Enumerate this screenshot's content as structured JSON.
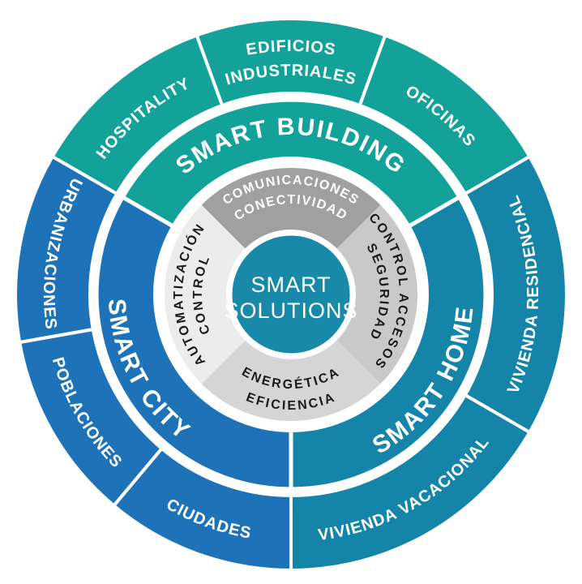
{
  "diagram": {
    "center": {
      "line1": "SMART",
      "line2": "SOLUTIONS"
    },
    "inner_ring": {
      "top": {
        "line1": "COMUNICACIONES",
        "line2": "CONECTIVIDAD"
      },
      "right": {
        "line1": "CONTROL ACCESOS",
        "line2": "SEGURIDAD"
      },
      "bottom": {
        "line1": "EFICIENCIA",
        "line2": "ENERGÉTICA"
      },
      "left": {
        "line1": "AUTOMATIZACIÓN",
        "line2": "CONTROL"
      }
    },
    "middle_ring": {
      "building": "SMART BUILDING",
      "home": "SMART HOME",
      "city": "SMART CITY"
    },
    "outer_ring": {
      "hospitality": "HOSPITALITY",
      "edificios_line1": "EDIFICIOS",
      "edificios_line2": "INDUSTRIALES",
      "oficinas": "OFICINAS",
      "vivienda_residencial": "VIVIENDA RESIDENCIAL",
      "vivienda_vacacional": "VIVIENDA VACACIONAL",
      "ciudades": "CIUDADES",
      "poblaciones": "POBLACIONES",
      "urbanizaciones": "URBANIZACIONES"
    },
    "colors": {
      "building_green": "#13A29A",
      "home_teal": "#1485A8",
      "city_blue": "#1E73B8",
      "center_teal": "#1989AA",
      "inner_top_gray": "#A0A0A0",
      "inner_right_gray": "#C9C9C9",
      "inner_bottom_gray": "#D5D5D5",
      "inner_left_gray": "#ECECEC"
    }
  }
}
